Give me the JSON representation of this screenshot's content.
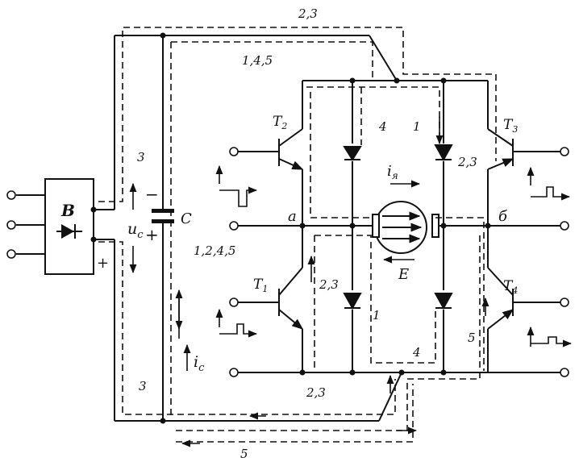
{
  "rectifier": {
    "label": "B",
    "plus": "+"
  },
  "capacitor": {
    "label": "C",
    "minus": "−",
    "plus": "+"
  },
  "voltage": {
    "label": "u",
    "sub": "c"
  },
  "cap_current": {
    "label": "i",
    "sub": "c"
  },
  "armature_current": {
    "label": "i",
    "sub": "я"
  },
  "emf": {
    "label": "E"
  },
  "nodes": {
    "a": "a",
    "b": "б"
  },
  "transistors": [
    {
      "id": "T2",
      "label": "T",
      "sub": "2"
    },
    {
      "id": "T3",
      "label": "T",
      "sub": "3"
    },
    {
      "id": "T1",
      "label": "T",
      "sub": "1"
    },
    {
      "id": "T4",
      "label": "T",
      "sub": "4"
    }
  ],
  "path_labels": {
    "top_outer": "2,3",
    "top_inner": "1,4,5",
    "diode4_upper": "4",
    "diode1_upper": "1",
    "right_23": "2,3",
    "left_3_top": "3",
    "left_1245": "1,2,4,5",
    "lower_23": "2,3",
    "lower_1": "1",
    "lower_4": "4",
    "right_5": "5",
    "left_3_bottom": "3",
    "bottom_23": "2,3",
    "bottom_5": "5"
  },
  "colors": {
    "ink": "#111111",
    "background": "#ffffff"
  }
}
